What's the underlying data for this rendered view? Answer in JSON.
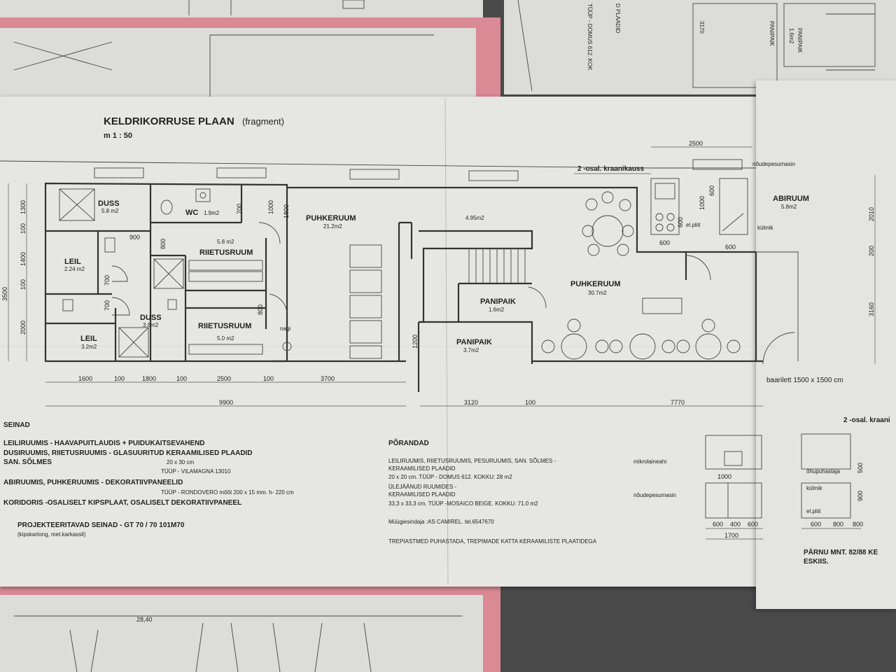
{
  "title": "KELDRIKORRUSE PLAAN",
  "title_suffix": "(fragment)",
  "scale": "m 1 : 50",
  "rooms": {
    "duss1": {
      "name": "DUSS",
      "area": "5.8 m2"
    },
    "wc": {
      "name": "WC",
      "area": "1.9m2"
    },
    "riietus1": {
      "name": "RIIETUSRUUM",
      "area": "5.8 m2"
    },
    "leil1": {
      "name": "LEIL",
      "area": "2.24 m2"
    },
    "duss2": {
      "name": "DUSS",
      "area": "3.6m2"
    },
    "riietus2": {
      "name": "RIIETUSRUUM",
      "area": "5.0 m2"
    },
    "leil2": {
      "name": "LEIL",
      "area": "3.2m2"
    },
    "puhkeruum1": {
      "name": "PUHKERUUM",
      "area": "21.2m2"
    },
    "corridor_area": "4.95m2",
    "panipaik1": {
      "name": "PANIPAIK",
      "area": "1.6m2"
    },
    "panipaik2": {
      "name": "PANIPAIK",
      "area": "3.7m2"
    },
    "puhkeruum2": {
      "name": "PUHKERUUM",
      "area": "30.7m2"
    },
    "abiruum": {
      "name": "ABIRUUM",
      "area": "5.8m2"
    }
  },
  "labels": {
    "kraanikauss": "2 -osal. kraanikauss",
    "noudepesumasin": "nõudepesumasin",
    "kulmik": "külmik",
    "el_pliit": "el.pliit",
    "nagi": "nagi",
    "baarilett": "baarilett 1500 x 1500 cm"
  },
  "dimensions": {
    "top": "2500",
    "bottom": [
      "1600",
      "100",
      "1800",
      "100",
      "2500",
      "100",
      "3700"
    ],
    "totals": [
      "9900",
      "3120",
      "100",
      "7770"
    ],
    "left": [
      "1300",
      "1400",
      "100",
      "2000",
      "3500",
      "100"
    ],
    "inner": [
      "900",
      "800",
      "700",
      "700",
      "800",
      "700",
      "1000",
      "1800",
      "1200",
      "1000",
      "600",
      "600",
      "600",
      "600"
    ],
    "right": [
      "2010",
      "200",
      "3160"
    ]
  },
  "walls_heading": "SEINAD",
  "walls_notes": [
    "LEILIRUUMIS - HAAVAPUITLAUDIS + PUIDUKAITSEVAHEND",
    "DUSIRUUMIS, RIIETUSRUUMIS - GLASUURITUD KERAAMILISED PLAADID",
    "SAN. SÕLMES",
    "20 x 30 cm",
    "TÜÜP - VILAMAGNA 13010",
    "ABIRUUMIS, PUHKERUUMIS - DEKORATIIVPANEELID",
    "TÜÜP - RONDOVERO   mõõt 200 x 15 mm.  h- 220 cm",
    "KORIDORIS -OSALISELT KIPSPLAAT, OSALISELT DEKORATIIVPANEEL"
  ],
  "projected_walls": "PROJEKTEERITAVAD SEINAD - GT 70 / 70 101M70",
  "projected_walls_sub": "(kipskartong, met.karkassil)",
  "floors_heading": "PÕRANDAD",
  "floors_notes": [
    "LEILIRUUMIS, RIIETUSRUUMIS, PESURUUMIS, SAN. SÕLMES -",
    "KERAAMILISED PLAADID",
    "20 x 20 cm.  TÜÜP - DOMUS 612.  KOKKU: 28 m2",
    "ÜLEJÄÄNUD RUUMIDES -",
    "KERAAMILISED PLAADID",
    "33,3 x 33,3 cm.  TÜÜP -MOSAICO BEIGE.  KOKKU: 71.0 m2"
  ],
  "seller": "Müügiesindaja :AS CAMIREL.  tel.6547670",
  "stairs_note": "TREPIASTMED PUHASTADA, TREPIMADE KATTA KERAAMILISTE PLAATIDEGA",
  "detail_labels": {
    "mikrolaineahi": "mikrolaineahi",
    "noudepesumasin": "nõudepesumasin",
    "d1000": "1000",
    "d1700": "1700",
    "d600a": "600",
    "d400": "400",
    "d600b": "600"
  },
  "right_sheet": {
    "kraanikauss": "2 -osal. kraani",
    "ohupuhastaja": "õhupuhastaja",
    "kulmik": "külmik",
    "el_pliit": "el.pliit",
    "d500": "500",
    "d900": "900",
    "d600": "600",
    "d800a": "800",
    "d800b": "800",
    "address": "PÄRNU MNT. 82/88 KE",
    "eskiis": "ESKIIS."
  },
  "top_sheet_texts": [
    "PANIPAIK",
    "PANIPAIK",
    "1.6m2",
    "3170",
    "D PLAADID",
    "TÜÜP - DOMUS 612. KOK"
  ],
  "bottom_sheet_text": "28,40"
}
